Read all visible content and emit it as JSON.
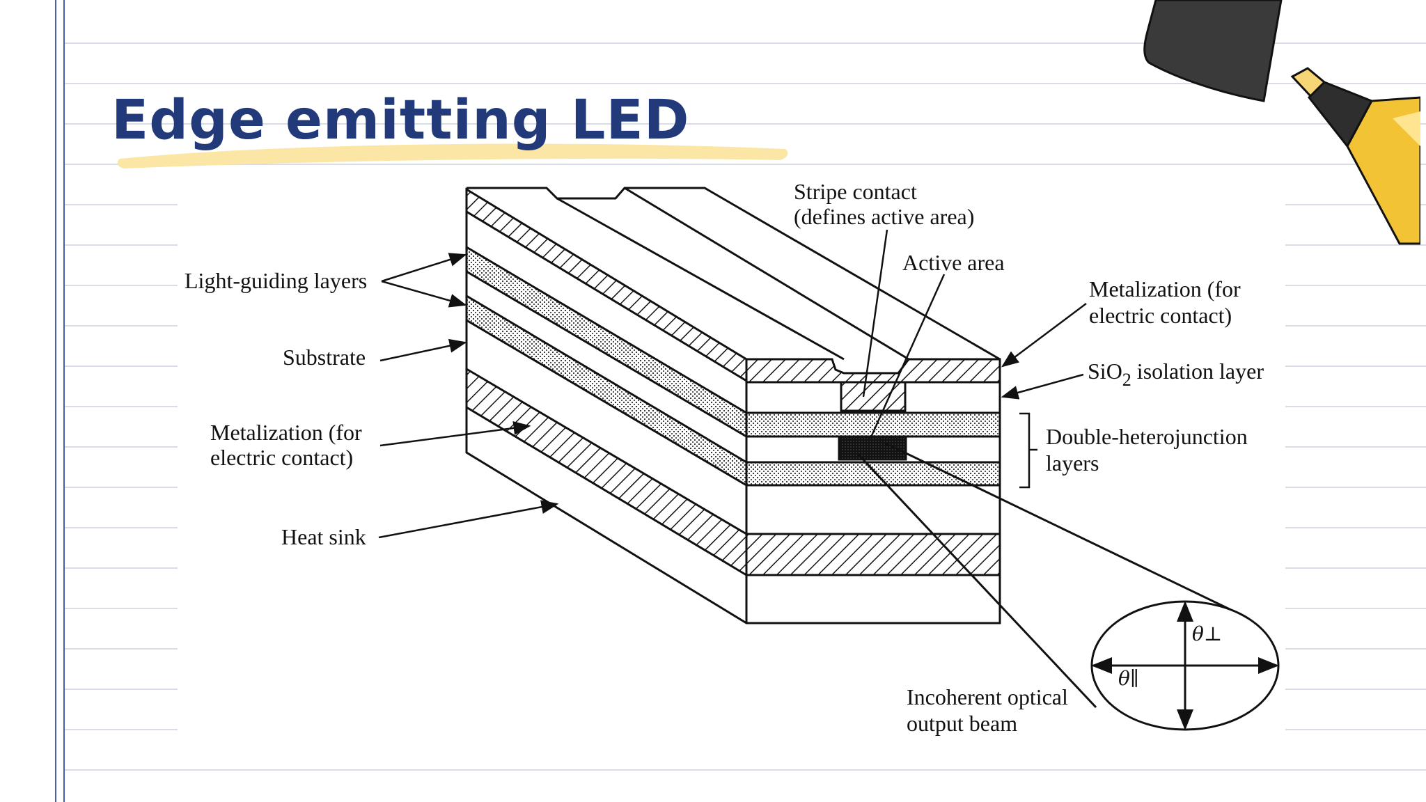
{
  "slide": {
    "title": "Edge emitting LED",
    "highlight_color": "#fbe6a6",
    "title_color": "#233a7a",
    "rule_line_color": "#d8dde6",
    "margin_line_color": "#4a5da8"
  },
  "diagram": {
    "labels": {
      "light_guiding": "Light-guiding layers",
      "substrate": "Substrate",
      "metal_left_1": "Metalization (for",
      "metal_left_2": "electric contact)",
      "heat_sink": "Heat sink",
      "stripe_1": "Stripe contact",
      "stripe_2": "(defines active area)",
      "active_area": "Active area",
      "metal_right_1": "Metalization (for",
      "metal_right_2": "electric contact)",
      "sio2_main": "SiO",
      "sio2_sub": "2",
      "sio2_rest": " isolation layer",
      "dh_1": "Double-heterojunction",
      "dh_2": "layers",
      "beam_1": "Incoherent optical",
      "beam_2": "output beam",
      "theta_perp": "θ⊥",
      "theta_par": "θ∥"
    }
  },
  "decor": {
    "marker_body_color": "#f2c335",
    "marker_cap_color": "#3a3a3a",
    "icons": [
      "highlighter-marker-icon",
      "marker-cap-icon"
    ]
  }
}
